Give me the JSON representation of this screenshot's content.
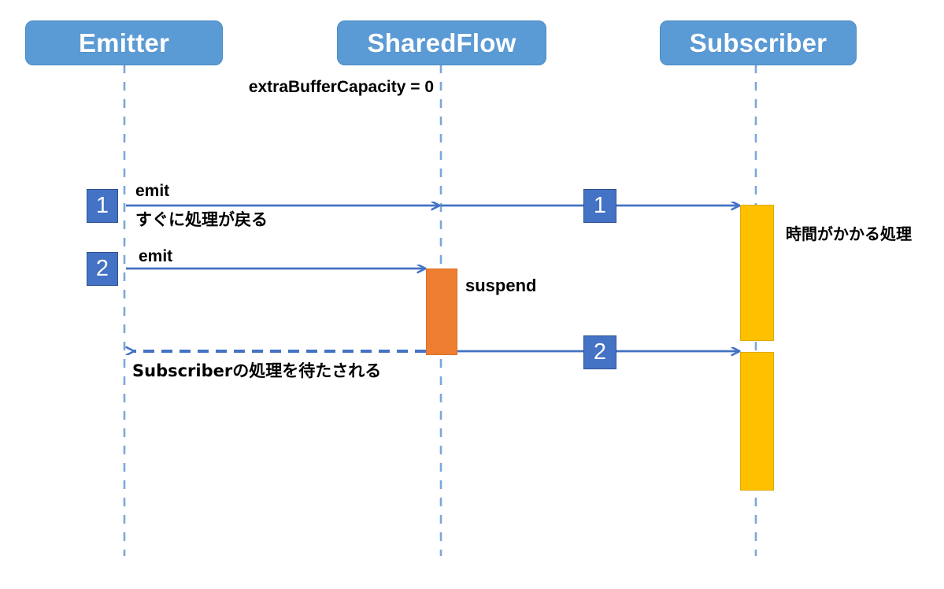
{
  "diagram": {
    "title_note": "extraBufferCapacity = 0",
    "participants": [
      {
        "name": "emitter",
        "label": "Emitter"
      },
      {
        "name": "sharedflow",
        "label": "SharedFlow"
      },
      {
        "name": "subscriber",
        "label": "Subscriber"
      }
    ],
    "badges": [
      {
        "name": "badge-emit-1",
        "label": "1"
      },
      {
        "name": "badge-emit-2",
        "label": "2"
      },
      {
        "name": "badge-deliver-1",
        "label": "1"
      },
      {
        "name": "badge-deliver-2",
        "label": "2"
      }
    ],
    "messages": [
      {
        "name": "emit-1",
        "label": "emit"
      },
      {
        "name": "emit-1-result",
        "label": "すぐに処理が戻る"
      },
      {
        "name": "emit-2",
        "label": "emit"
      },
      {
        "name": "suspend",
        "label": "suspend"
      },
      {
        "name": "return-blocked",
        "label": "Subscriberの処理を待たされる"
      },
      {
        "name": "long-task",
        "label": "時間がかかる処理"
      }
    ],
    "colors": {
      "participant_fill": "#5B9BD5",
      "badge_fill": "#4472C4",
      "activation_yellow": "#FFC000",
      "activation_orange": "#ED7D31",
      "arrow_blue": "#4472C4",
      "lifeline_blue": "#7BA7D7",
      "background": "#FFFFFF"
    }
  }
}
